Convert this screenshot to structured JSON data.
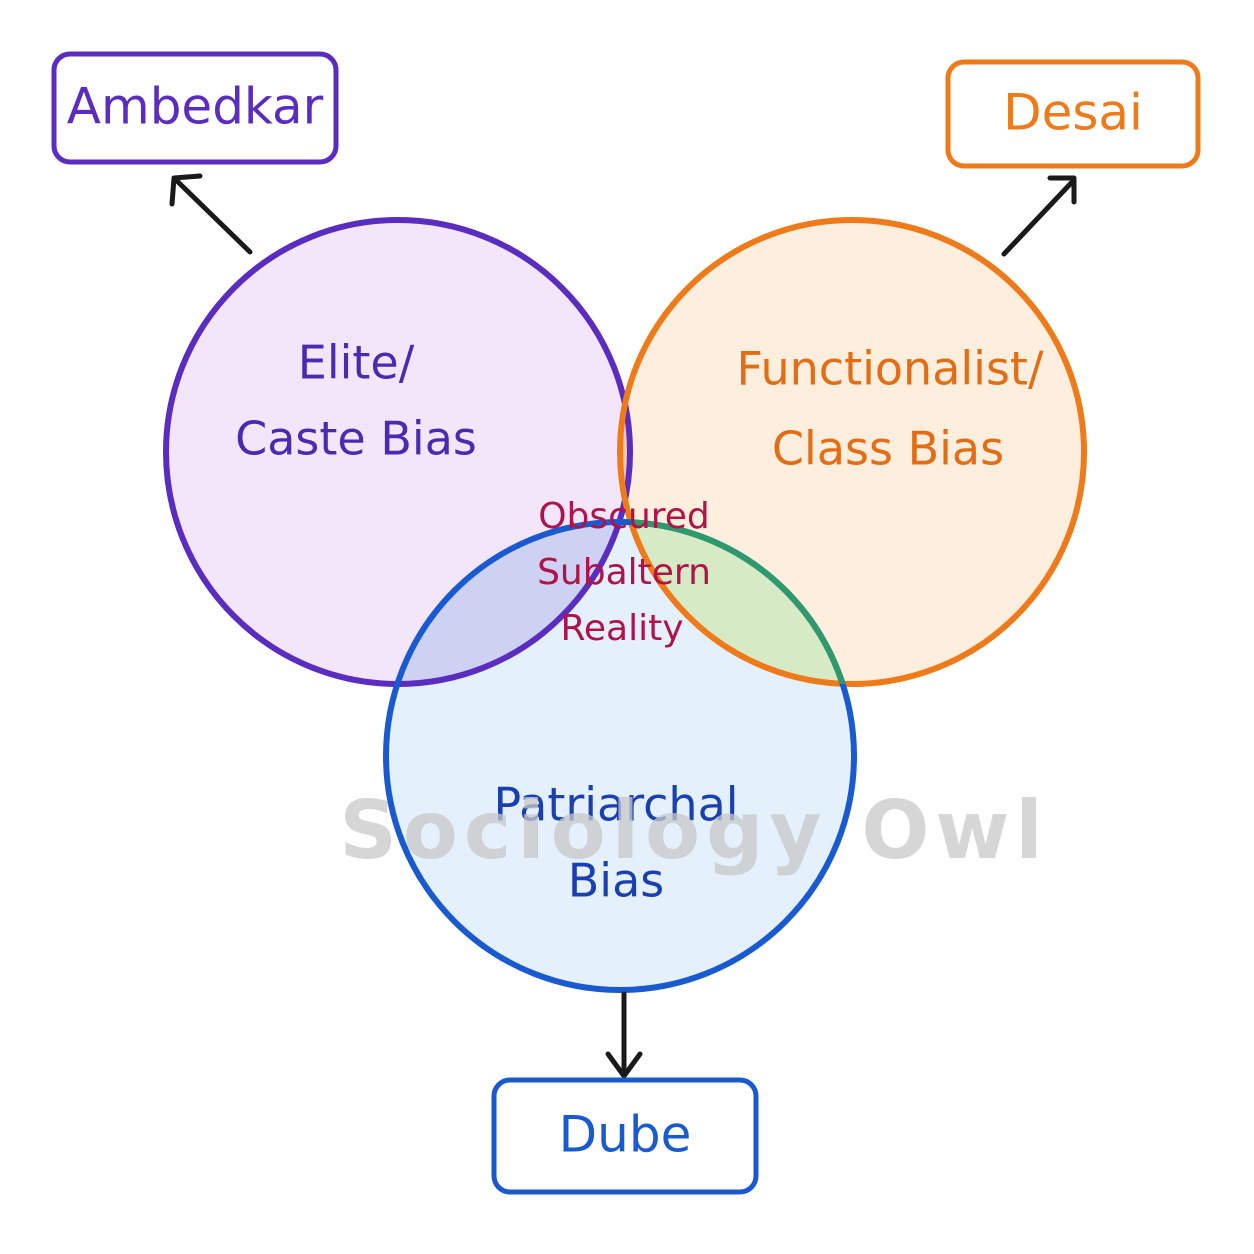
{
  "colors": {
    "elite": "#5a2cc0",
    "functionalist": "#ef7a1a",
    "patriarchal": "#1a5ad0",
    "center": "#b0124a",
    "overlap_green": "#2e9a6c",
    "arrow": "#1a1a1a",
    "watermark": "#c8c8c8"
  },
  "boxes": {
    "ambedkar": "Ambedkar",
    "desai": "Desai",
    "dube": "Dube"
  },
  "circles": {
    "elite": {
      "line1": "Elite/",
      "line2": "Caste Bias"
    },
    "functionalist": {
      "line1": "Functionalist/",
      "line2": "Class Bias"
    },
    "patriarchal": {
      "line1": "Patriarchal",
      "line2": "Bias"
    }
  },
  "center": {
    "line1": "Obscured",
    "line2": "Subaltern",
    "line3": "Reality"
  },
  "watermark": "Sociology Owl"
}
